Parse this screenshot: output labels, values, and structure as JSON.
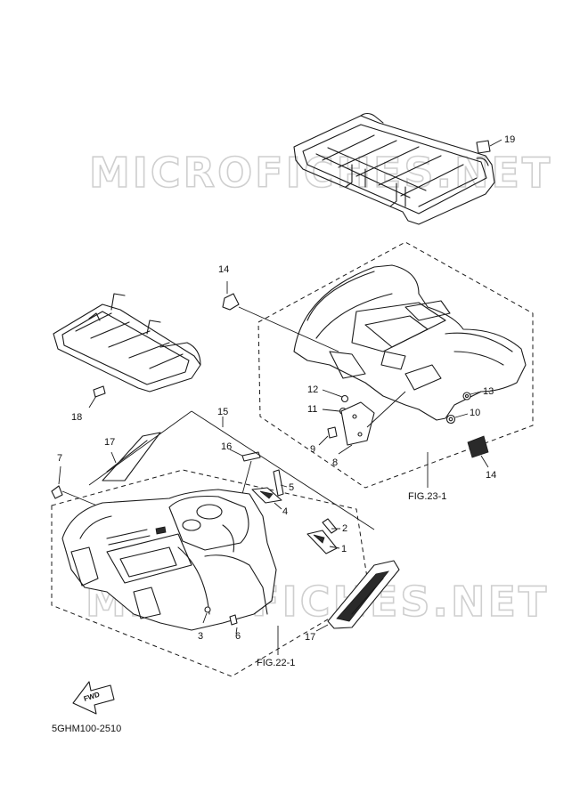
{
  "watermarks": [
    "MICROFICHES.NET",
    "MICROFICHES.NET"
  ],
  "callouts": {
    "c19": "19",
    "c14a": "14",
    "c14b": "14",
    "c12": "12",
    "c13": "13",
    "c11": "11",
    "c10": "10",
    "c9": "9",
    "c8": "8",
    "c15": "15",
    "c18": "18",
    "c17a": "17",
    "c17b": "17",
    "c16": "16",
    "c7": "7",
    "c5": "5",
    "c4": "4",
    "c2": "2",
    "c1": "1",
    "c3": "3",
    "c6": "6"
  },
  "figure_refs": {
    "fig23": "FIG.23-1",
    "fig22": "FIG.22-1"
  },
  "fwd_label": "FWD",
  "diagram_code": "5GHM100-2510"
}
